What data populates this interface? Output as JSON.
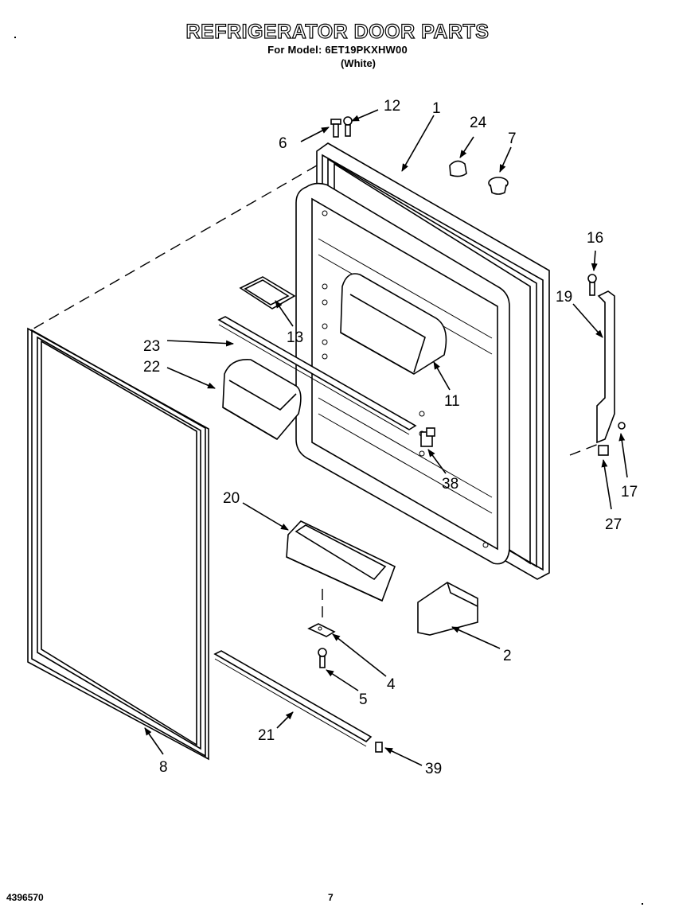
{
  "header": {
    "title": "REFRIGERATOR DOOR PARTS",
    "model_line": "For Model: 6ET19PKXHW00",
    "color_line": "(White)"
  },
  "footer": {
    "part_number": "4396570",
    "page_number": "7"
  },
  "callouts": [
    {
      "id": "1",
      "text": "1"
    },
    {
      "id": "2",
      "text": "2"
    },
    {
      "id": "4",
      "text": "4"
    },
    {
      "id": "5",
      "text": "5"
    },
    {
      "id": "6",
      "text": "6"
    },
    {
      "id": "7",
      "text": "7"
    },
    {
      "id": "8",
      "text": "8"
    },
    {
      "id": "11",
      "text": "11"
    },
    {
      "id": "12",
      "text": "12"
    },
    {
      "id": "13",
      "text": "13"
    },
    {
      "id": "16",
      "text": "16"
    },
    {
      "id": "17",
      "text": "17"
    },
    {
      "id": "19",
      "text": "19"
    },
    {
      "id": "20",
      "text": "20"
    },
    {
      "id": "21",
      "text": "21"
    },
    {
      "id": "22",
      "text": "22"
    },
    {
      "id": "23",
      "text": "23"
    },
    {
      "id": "24",
      "text": "24"
    },
    {
      "id": "27",
      "text": "27"
    },
    {
      "id": "38",
      "text": "38"
    },
    {
      "id": "39",
      "text": "39"
    }
  ]
}
